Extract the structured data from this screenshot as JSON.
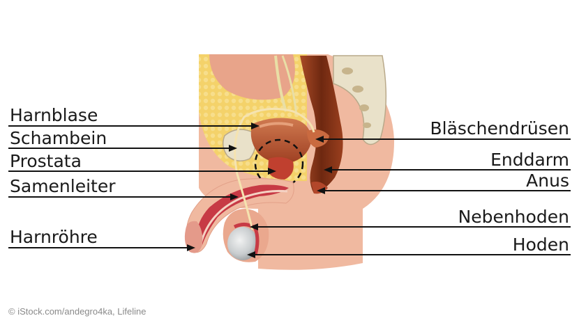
{
  "labels": {
    "harnblase": "Harnblase",
    "schambein": "Schambein",
    "prostata": "Prostata",
    "samenleiter": "Samenleiter",
    "harnroehre": "Harnröhre",
    "blaeschendruesen": "Bläschendrüsen",
    "enddarm": "Enddarm",
    "anus": "Anus",
    "nebenhoden": "Nebenhoden",
    "hoden": "Hoden"
  },
  "credit": "© iStock.com/andegro4ka, Lifeline",
  "colors": {
    "skin": "#f0b9a0",
    "skin_dark": "#e8a48a",
    "fat": "#f4d26a",
    "bladder": "#b5502e",
    "rectum": "#7a2e14",
    "penis_red": "#c73a45",
    "bone": "#e9e1c9",
    "testis": "#c9cdcf"
  }
}
